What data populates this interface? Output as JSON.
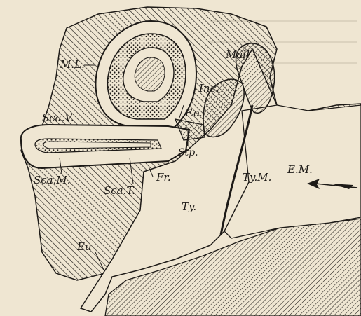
{
  "figure": {
    "labels": {
      "mall": "Mall",
      "inc": "Inc.",
      "ml": "M.L.",
      "fo": "F.o.",
      "scav": "Sca.V.",
      "stp": "Stp.",
      "scam": "Sca.M.",
      "scat": "Sca.T.",
      "fr": "Fr.",
      "tym": "Ty.M.",
      "em": "E.M.",
      "ty": "Ty.",
      "eu": "Eu"
    }
  },
  "colors": {
    "paper": "#efe6d2",
    "ink": "#1d1a17",
    "bleed_through": "#8d857a"
  }
}
